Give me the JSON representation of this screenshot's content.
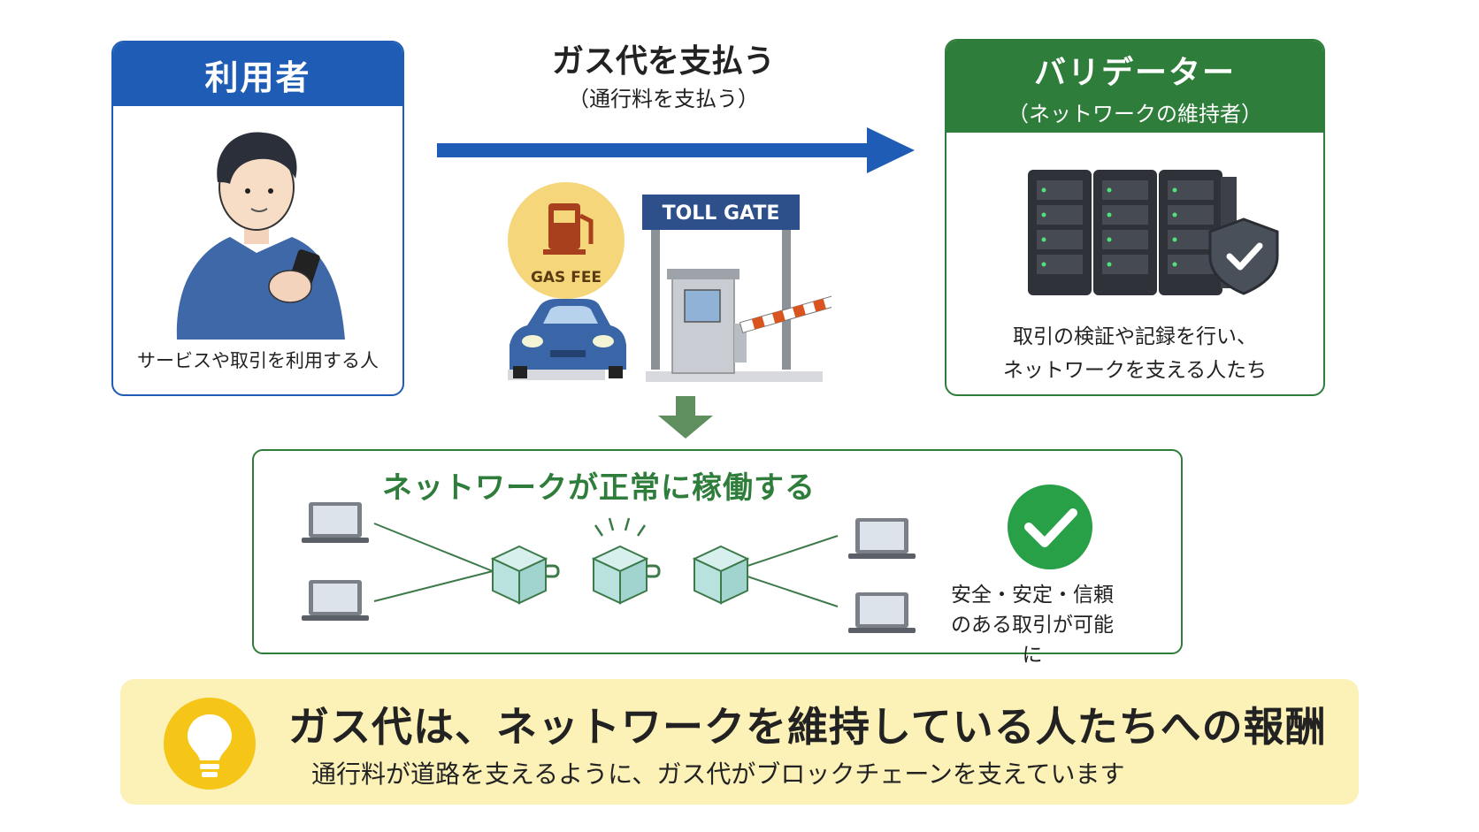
{
  "user": {
    "title": "利用者",
    "description": "サービスや取引を利用する人"
  },
  "payment": {
    "title": "ガス代を支払う",
    "subtitle": "（通行料を支払う）"
  },
  "gas": {
    "label": "GAS FEE"
  },
  "toll": {
    "label": "TOLL GATE"
  },
  "validator": {
    "title": "バリデーター",
    "subtitle": "（ネットワークの維持者）",
    "description_line1": "取引の検証や記録を行い、",
    "description_line2": "ネットワークを支える人たち"
  },
  "network": {
    "title": "ネットワークが正常に稼働する",
    "result_line1": "安全・安定・信頼",
    "result_line2": "のある取引が可能に"
  },
  "summary": {
    "title": "ガス代は、ネットワークを維持している人たちへの報酬",
    "subtitle": "通行料が道路を支えるように、ガス代がブロックチェーンを支えています"
  },
  "colors": {
    "blue": "#1f5cb5",
    "green": "#2e7d3a",
    "yellow_bg": "#fcf2b8",
    "bulb": "#f5c518"
  },
  "icons": [
    "person-phone-icon",
    "arrow-right-icon",
    "gas-pump-icon",
    "car-icon",
    "toll-gate-icon",
    "server-rack-icon",
    "shield-check-icon",
    "arrow-down-icon",
    "laptop-icon",
    "block-cube-icon",
    "check-circle-icon",
    "lightbulb-icon"
  ]
}
